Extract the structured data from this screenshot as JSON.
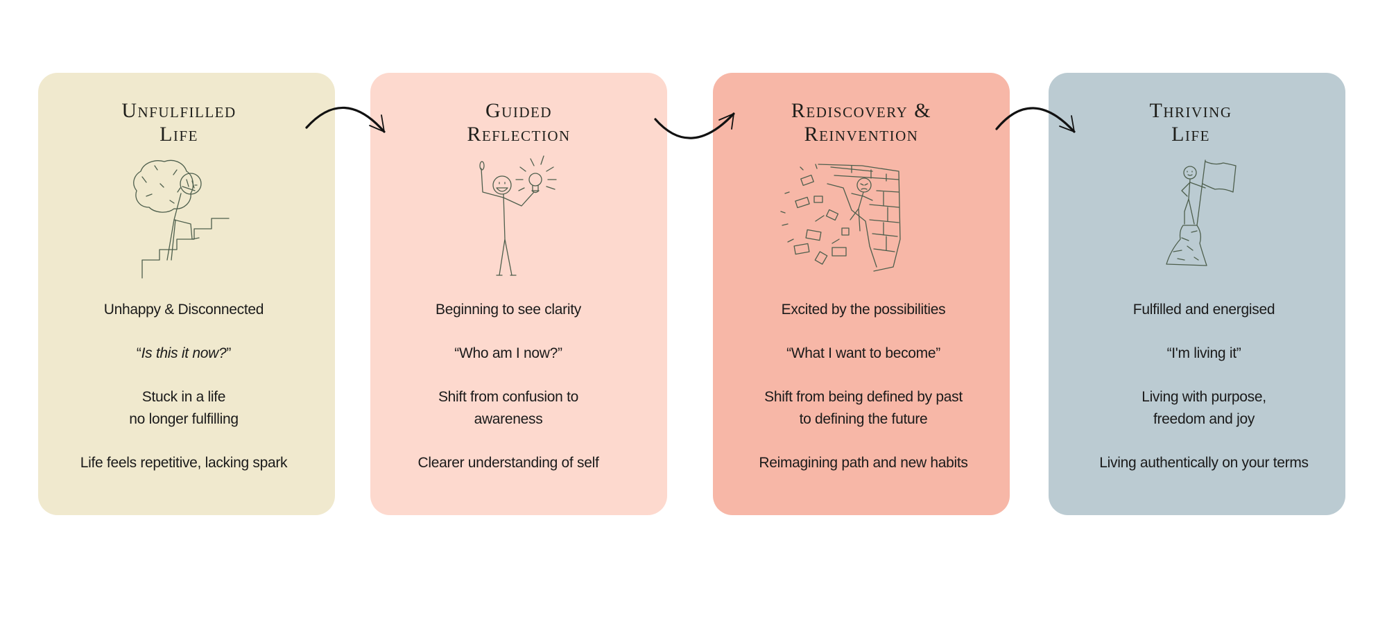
{
  "colors": {
    "stage_1": "#F0E9CE",
    "stage_2": "#FDD9CE",
    "stage_3": "#F7B7A7",
    "stage_4": "#BBCBD2",
    "illustration_ink": "#4D5E4C",
    "text": "#1A1A1A",
    "arrow": "#111111"
  },
  "stages": [
    {
      "title_lines": [
        "Unfulfilled",
        "Life"
      ],
      "illustration": "person-carrying-boulder-up-stairs-icon",
      "feeling": "Unhappy & Disconnected",
      "question": {
        "open": "“",
        "text": "Is this it now?",
        "close": "”",
        "italic": true
      },
      "shift_lines": [
        "Stuck in a life",
        "no longer fulfilling"
      ],
      "outcome": "Life feels repetitive, lacking spark"
    },
    {
      "title_lines": [
        "Guided",
        "Reflection"
      ],
      "illustration": "person-holding-lightbulb-icon",
      "feeling": "Beginning to see clarity",
      "question": {
        "open": "“",
        "text": "Who am I now?",
        "close": "”",
        "italic": false
      },
      "shift_lines": [
        "Shift from confusion to",
        "awareness"
      ],
      "outcome": "Clearer understanding of self"
    },
    {
      "title_lines": [
        "Rediscovery &",
        "Reinvention"
      ],
      "illustration": "person-breaking-through-wall-icon",
      "feeling": "Excited by the possibilities",
      "question": {
        "open": "“",
        "text": "What I want to become",
        "close": "”",
        "italic": false
      },
      "shift_lines": [
        "Shift from being defined by past",
        "to defining the future"
      ],
      "outcome": "Reimagining path and new habits"
    },
    {
      "title_lines": [
        "Thriving",
        "Life"
      ],
      "illustration": "person-with-flag-on-summit-icon",
      "feeling": "Fulfilled and energised",
      "question": {
        "open": "“",
        "text": "I'm living it",
        "close": "”",
        "italic": false
      },
      "shift_lines": [
        "Living with purpose,",
        "freedom and joy"
      ],
      "outcome": "Living authentically on your terms"
    }
  ],
  "connectors": [
    {
      "from": 0,
      "to": 1,
      "icon": "curved-arrow-right-icon"
    },
    {
      "from": 1,
      "to": 2,
      "icon": "curved-arrow-up-right-icon"
    },
    {
      "from": 2,
      "to": 3,
      "icon": "curved-arrow-right-icon"
    }
  ]
}
